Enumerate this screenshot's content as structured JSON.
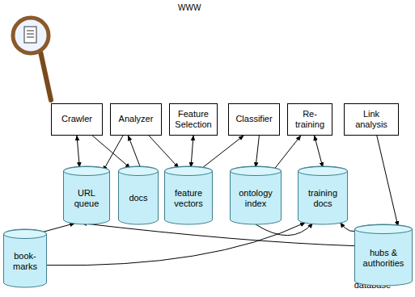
{
  "diagram": {
    "nodes": [
      {
        "text": [
          "WWW"
        ]
      },
      {
        "text": [
          "Crawler"
        ]
      },
      {
        "text": [
          "Analyzer"
        ]
      },
      {
        "text": [
          "Feature Selection"
        ]
      },
      {
        "text": [
          "Classifier"
        ]
      },
      {
        "text": [
          "Re- training"
        ]
      },
      {
        "text": [
          "Link analysis"
        ]
      },
      {
        "text": [
          "database"
        ]
      },
      {
        "text": [
          "URL queue"
        ],
        "in": 7
      },
      {
        "text": [
          "docs"
        ],
        "in": 7
      },
      {
        "text": [
          "feature vectors"
        ],
        "in": 7
      },
      {
        "text": [
          "ontology index"
        ],
        "in": 7
      },
      {
        "text": [
          "training docs"
        ],
        "in": 7
      },
      {
        "text": [
          "book- marks"
        ],
        "in": 7
      },
      {
        "text": [
          "hubs & authorities"
        ],
        "in": 7
      }
    ],
    "edges": [
      {
        "from": 1,
        "to": 8,
        "arrow": "both"
      },
      {
        "from": 1,
        "to": 9,
        "arrow": "to"
      },
      {
        "from": 2,
        "to": 8,
        "arrow": "to"
      },
      {
        "from": 9,
        "to": 2,
        "arrow": "to"
      },
      {
        "from": 2,
        "to": 10,
        "arrow": "to"
      },
      {
        "from": 3,
        "to": 10,
        "arrow": "both"
      },
      {
        "from": 10,
        "to": 4,
        "arrow": "to"
      },
      {
        "from": 4,
        "to": 11,
        "arrow": "to"
      },
      {
        "from": 11,
        "to": 5,
        "arrow": "to"
      },
      {
        "from": 5,
        "to": 12,
        "arrow": "both"
      },
      {
        "from": 11,
        "to": 12,
        "arrow": "to"
      },
      {
        "from": 6,
        "to": 14,
        "arrow": "to"
      },
      {
        "from": 14,
        "to": 8,
        "arrow": "to"
      },
      {
        "from": 14,
        "to": 12,
        "arrow": "to"
      },
      {
        "from": 13,
        "to": 8,
        "arrow": "to"
      },
      {
        "from": 13,
        "to": 12,
        "arrow": "to"
      }
    ]
  }
}
